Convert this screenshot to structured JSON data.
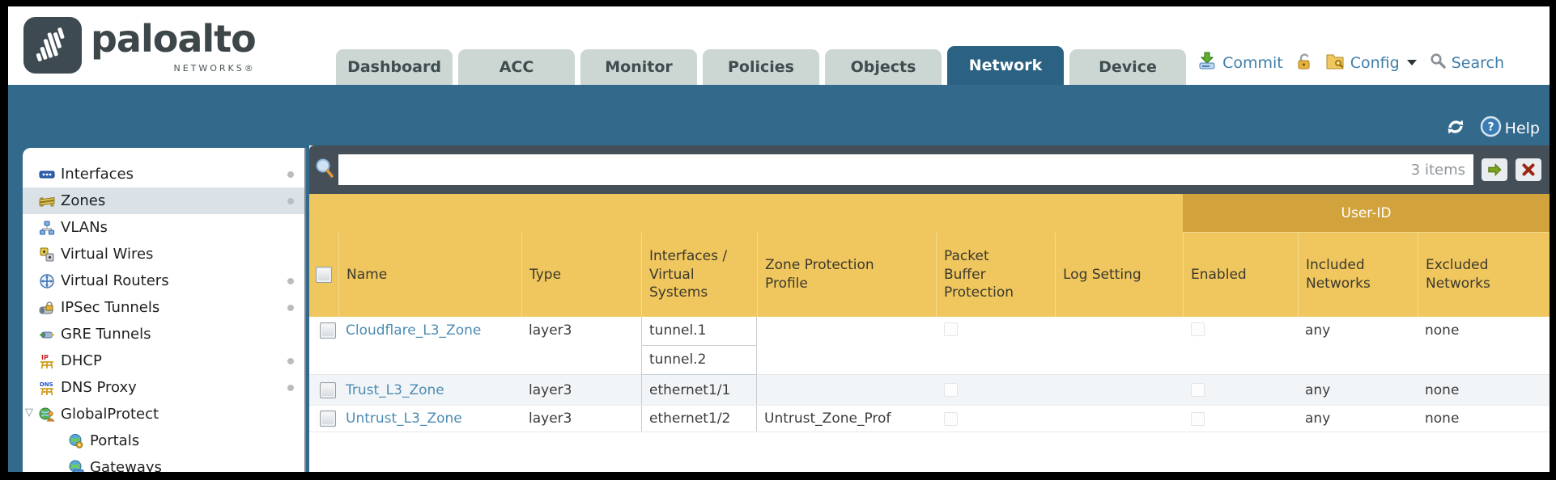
{
  "header": {
    "logo": {
      "brand": "paloalto",
      "sub": "NETWORKS®"
    },
    "tabs": [
      {
        "label": "Dashboard",
        "active": false
      },
      {
        "label": "ACC",
        "active": false
      },
      {
        "label": "Monitor",
        "active": false
      },
      {
        "label": "Policies",
        "active": false
      },
      {
        "label": "Objects",
        "active": false
      },
      {
        "label": "Network",
        "active": true
      },
      {
        "label": "Device",
        "active": false
      }
    ],
    "actions": {
      "commit": "Commit",
      "config": "Config",
      "search": "Search"
    }
  },
  "toolbar": {
    "help": "Help"
  },
  "sidebar": {
    "items": [
      {
        "label": "Interfaces",
        "icon": "interfaces-icon",
        "has_dot": true,
        "selected": false
      },
      {
        "label": "Zones",
        "icon": "zones-icon",
        "has_dot": true,
        "selected": true
      },
      {
        "label": "VLANs",
        "icon": "vlans-icon",
        "has_dot": false,
        "selected": false
      },
      {
        "label": "Virtual Wires",
        "icon": "virtual-wires-icon",
        "has_dot": false,
        "selected": false
      },
      {
        "label": "Virtual Routers",
        "icon": "virtual-routers-icon",
        "has_dot": true,
        "selected": false
      },
      {
        "label": "IPSec Tunnels",
        "icon": "ipsec-tunnels-icon",
        "has_dot": true,
        "selected": false
      },
      {
        "label": "GRE Tunnels",
        "icon": "gre-tunnels-icon",
        "has_dot": false,
        "selected": false
      },
      {
        "label": "DHCP",
        "icon": "dhcp-icon",
        "has_dot": true,
        "selected": false
      },
      {
        "label": "DNS Proxy",
        "icon": "dns-proxy-icon",
        "has_dot": true,
        "selected": false
      },
      {
        "label": "GlobalProtect",
        "icon": "globalprotect-icon",
        "has_dot": false,
        "selected": false,
        "expanded": true
      },
      {
        "label": "Portals",
        "icon": "portals-icon",
        "has_dot": false,
        "selected": false,
        "indent": true
      },
      {
        "label": "Gateways",
        "icon": "gateways-icon",
        "has_dot": false,
        "selected": false,
        "indent": true
      }
    ]
  },
  "content": {
    "filter": {
      "value": "",
      "count_label": "3 items"
    },
    "table": {
      "group_header": "User-ID",
      "columns": [
        "Name",
        "Type",
        "Interfaces / Virtual Systems",
        "Zone Protection Profile",
        "Packet Buffer Protection",
        "Log Setting",
        "Enabled",
        "Included Networks",
        "Excluded Networks"
      ],
      "rows": [
        {
          "name": "Cloudflare_L3_Zone",
          "type": "layer3",
          "interfaces": [
            "tunnel.1",
            "tunnel.2"
          ],
          "zone_protection_profile": "",
          "log_setting": "",
          "included_networks": "any",
          "excluded_networks": "none"
        },
        {
          "name": "Trust_L3_Zone",
          "type": "layer3",
          "interfaces": [
            "ethernet1/1"
          ],
          "zone_protection_profile": "",
          "log_setting": "",
          "included_networks": "any",
          "excluded_networks": "none"
        },
        {
          "name": "Untrust_L3_Zone",
          "type": "layer3",
          "interfaces": [
            "ethernet1/2"
          ],
          "zone_protection_profile": "Untrust_Zone_Prof",
          "log_setting": "",
          "included_networks": "any",
          "excluded_networks": "none"
        }
      ]
    }
  },
  "colors": {
    "teal_band": "#336a8c",
    "active_tab": "#2b6283",
    "header_gold": "#f0c75e",
    "header_gold_dark": "#d2a33c",
    "filter_strip": "#454f58",
    "link_blue": "#4b8cb3"
  }
}
